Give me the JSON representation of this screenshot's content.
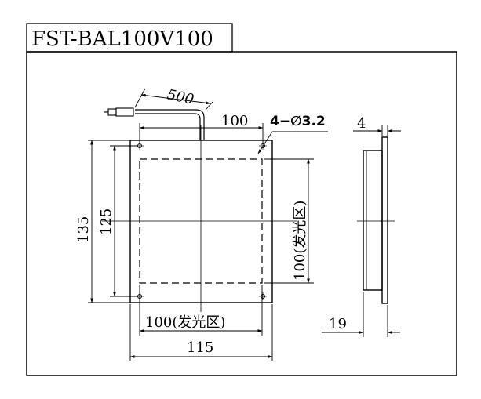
{
  "title": "FST-BAL100V100",
  "dimensions": {
    "cable_length": "500",
    "mounting_span": "100",
    "holes": "4−∅3.2",
    "thickness_top": "4",
    "overall_height": "135",
    "hole_pitch_vertical": "125",
    "emitting_height": "100(发光区)",
    "emitting_width": "100(发光区)",
    "overall_width": "115",
    "depth": "19"
  }
}
